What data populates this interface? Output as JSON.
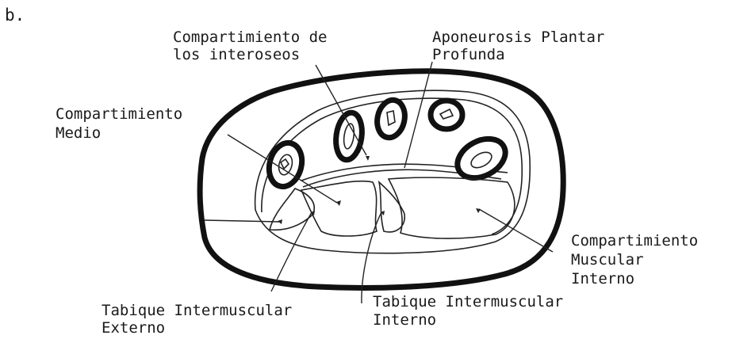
{
  "figure": {
    "panel_letter": "b.",
    "labels": {
      "comp_interoseos_1": "Compartimiento de",
      "comp_interoseos_2": "los interoseos",
      "aponeurosis_1": "Aponeurosis Plantar",
      "aponeurosis_2": "Profunda",
      "comp_medio_1": "Compartimiento",
      "comp_medio_2": "Medio",
      "comp_muscular_interno_1": "Compartimiento",
      "comp_muscular_interno_2": "Muscular",
      "comp_muscular_interno_3": "Interno",
      "tabique_externo_1": "Tabique Intermuscular",
      "tabique_externo_2": "Externo",
      "tabique_interno_1": "Tabique Intermuscular",
      "tabique_interno_2": "Interno"
    }
  }
}
